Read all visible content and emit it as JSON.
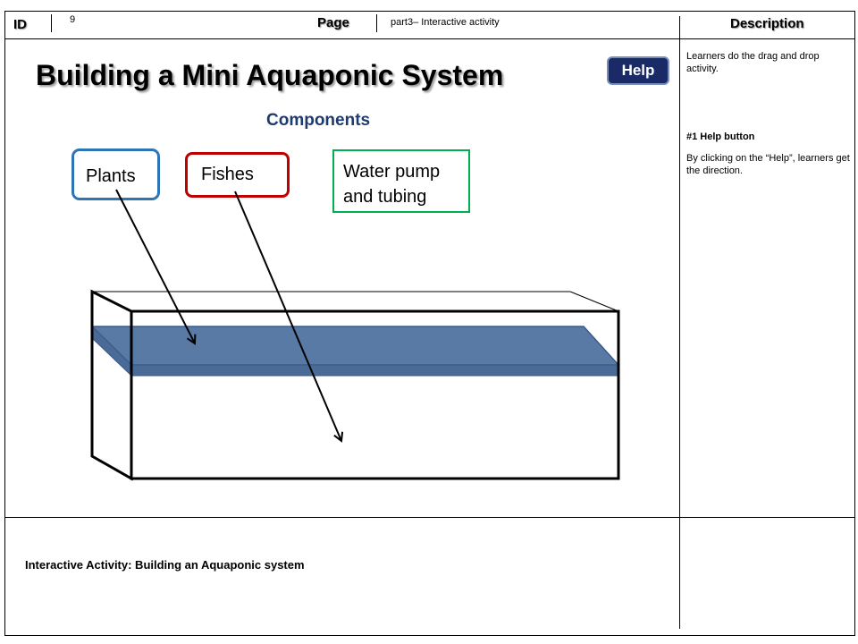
{
  "header": {
    "id_label": "ID",
    "id_value": "9",
    "page_label": "Page",
    "page_value": "part3–  Interactive activity",
    "description_label": "Description"
  },
  "slide": {
    "title": "Building a Mini Aquaponic System",
    "help_label": "Help",
    "subtitle": "Components",
    "components": [
      {
        "label": "Plants",
        "border_color": "#2e75b6"
      },
      {
        "label": "Fishes",
        "border_color": "#c00000"
      },
      {
        "label": "Water pump and tubing",
        "border_color": "#00b050"
      }
    ],
    "tray_color": "#5a7aa6"
  },
  "description": {
    "intro": "Learners  do the drag and drop activity.",
    "item_title": "#1 Help button",
    "item_text": "By clicking on the “Help”, learners  get the direction."
  },
  "footer": {
    "caption": "Interactive Activity: Building an Aquaponic system"
  }
}
